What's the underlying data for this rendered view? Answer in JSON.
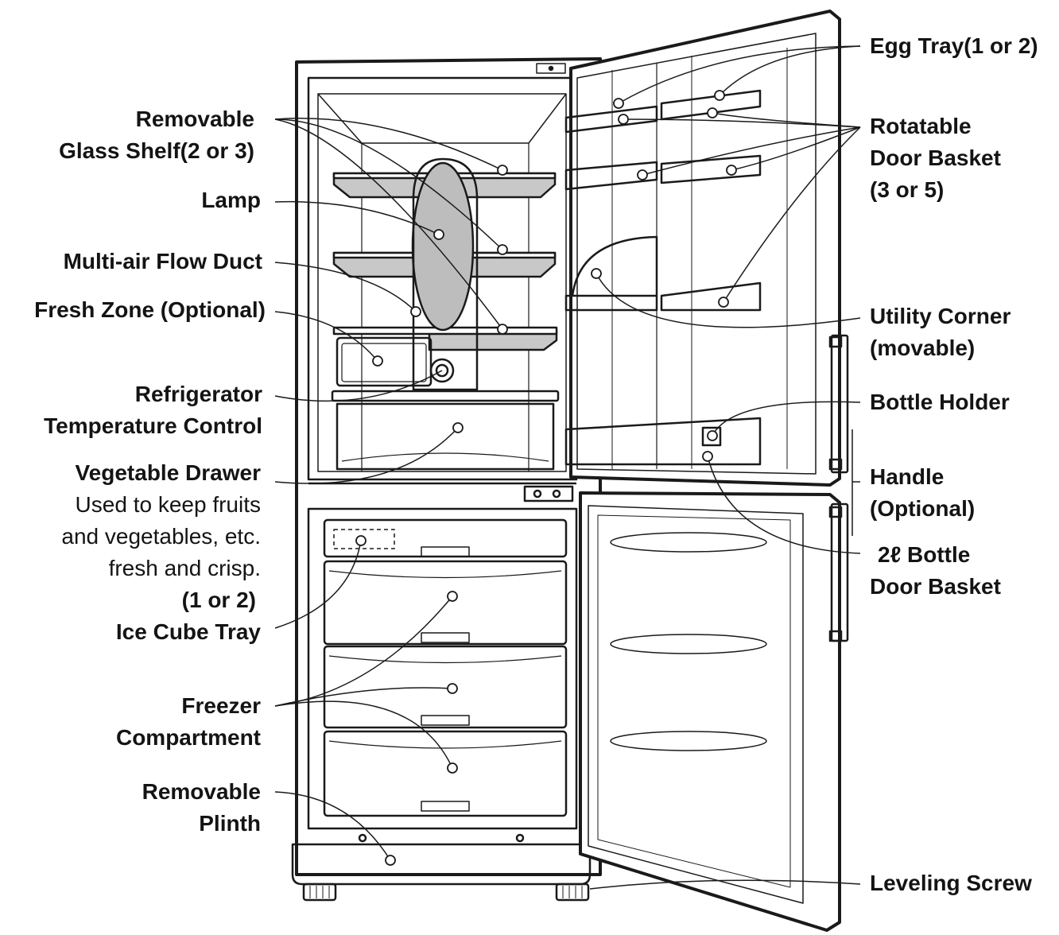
{
  "labels": {
    "removable_glass_shelf": [
      "Removable",
      "Glass Shelf(2 or 3)"
    ],
    "lamp": [
      "Lamp"
    ],
    "multi_air_flow_duct": [
      "Multi-air Flow Duct"
    ],
    "fresh_zone": [
      "Fresh Zone (Optional)"
    ],
    "refrigerator_temperature_control": [
      "Refrigerator",
      "Temperature  Control"
    ],
    "vegetable_drawer": {
      "title": "Vegetable Drawer",
      "description": [
        "Used to keep fruits",
        "and vegetables, etc.",
        "fresh and crisp."
      ],
      "count": "(1 or 2)"
    },
    "ice_cube_tray": [
      "Ice Cube Tray"
    ],
    "freezer_compartment": [
      "Freezer",
      "Compartment"
    ],
    "removable_plinth": [
      "Removable",
      "Plinth"
    ],
    "egg_tray": [
      "Egg Tray(1 or 2)"
    ],
    "rotatable_door_basket": [
      "Rotatable",
      "Door Basket",
      "(3 or 5)"
    ],
    "utility_corner": [
      "Utility Corner",
      "(movable)"
    ],
    "bottle_holder": [
      "Bottle Holder"
    ],
    "handle": [
      "Handle",
      "(Optional)"
    ],
    "bottle_door_basket": [
      "2ℓ Bottle",
      "Door Basket"
    ],
    "leveling_screw": [
      "Leveling Screw"
    ]
  }
}
